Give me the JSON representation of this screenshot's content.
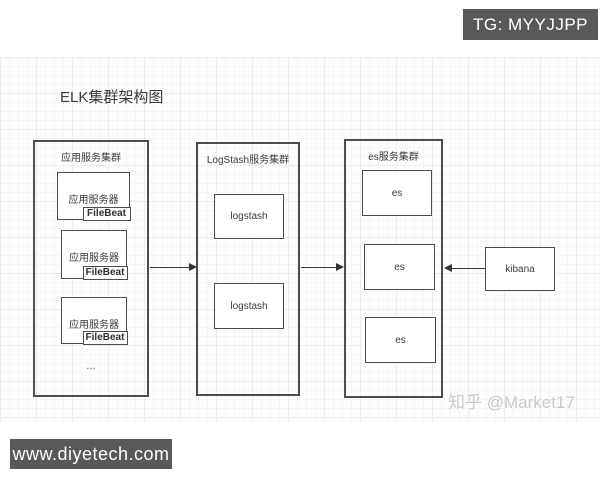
{
  "title": "ELK集群架构图",
  "badges": {
    "top_right": "TG: MYYJJPP",
    "bottom_left": "www.diyetech.com"
  },
  "watermark": "知乎 @Market17",
  "colors": {
    "badge_bg": "#58595b",
    "box_border": "#4d4d4d",
    "arrow": "#333333",
    "watermark_text": "#c9c9c9",
    "grid_minor": "#f5f5f5",
    "grid_major": "#ececec"
  },
  "diagram": {
    "app_cluster": {
      "label": "应用服务集群",
      "servers": [
        {
          "label": "应用服务器",
          "agent": "FileBeat"
        },
        {
          "label": "应用服务器",
          "agent": "FileBeat"
        },
        {
          "label": "应用服务器",
          "agent": "FileBeat"
        }
      ],
      "ellipsis": "..."
    },
    "logstash_cluster": {
      "label": "LogStash服务集群",
      "nodes": [
        {
          "label": "logstash"
        },
        {
          "label": "logstash"
        }
      ]
    },
    "es_cluster": {
      "label": "es服务集群",
      "nodes": [
        {
          "label": "es"
        },
        {
          "label": "es"
        },
        {
          "label": "es"
        }
      ]
    },
    "kibana": {
      "label": "kibana"
    },
    "flow": [
      "app_cluster -> logstash_cluster",
      "logstash_cluster -> es_cluster",
      "kibana -> es_cluster"
    ]
  }
}
